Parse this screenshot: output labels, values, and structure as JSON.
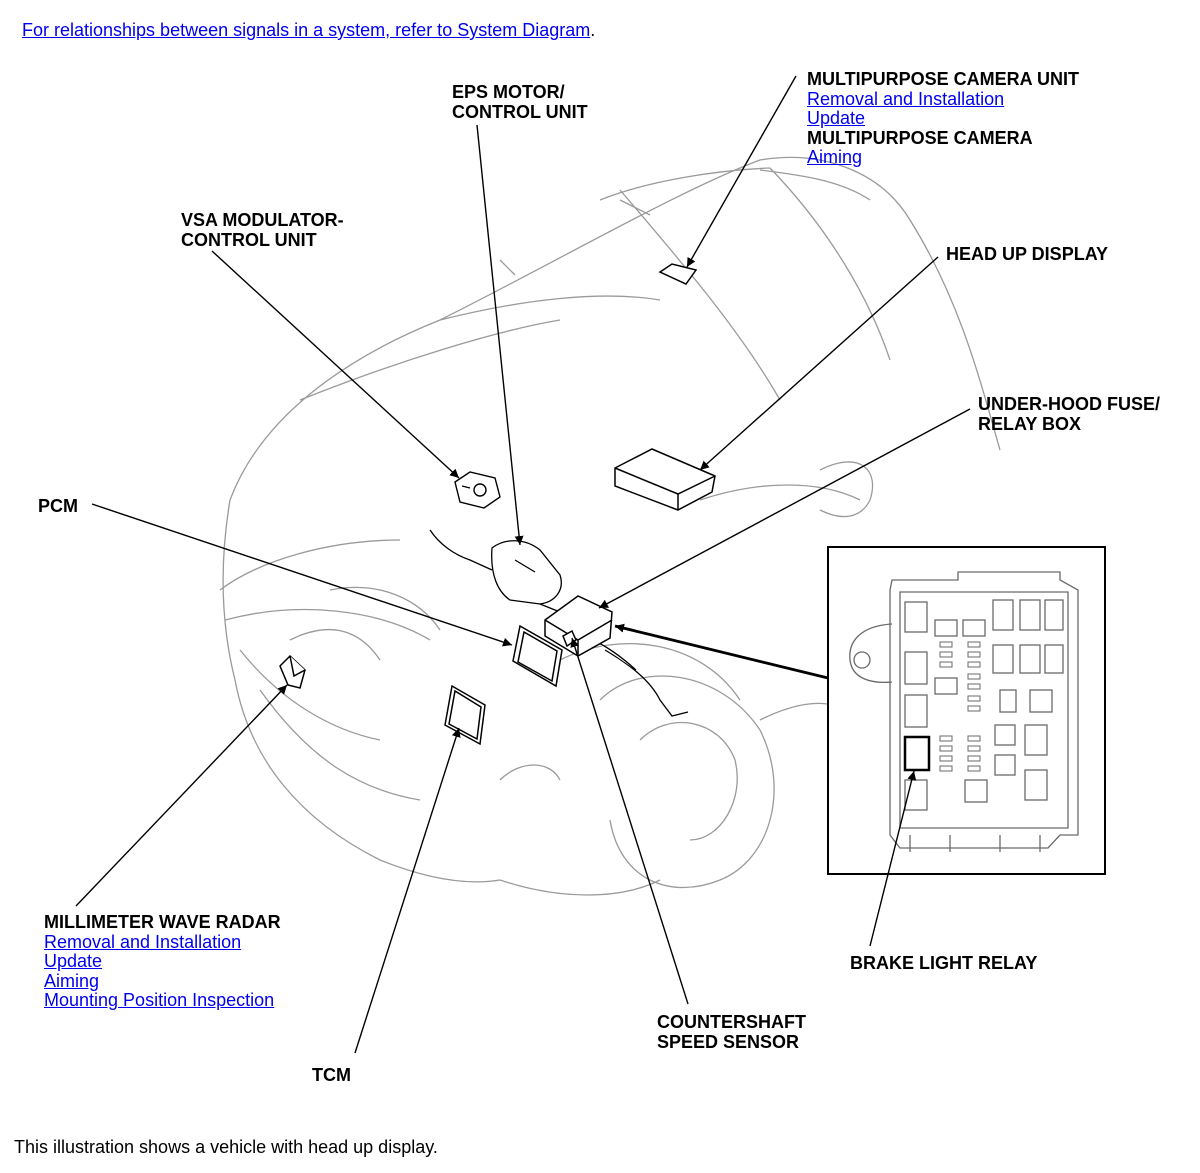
{
  "intro": {
    "prefix": "For relationships between signals in a system, refer to System Diagram",
    "suffix": "."
  },
  "labels": {
    "eps": "EPS MOTOR/\nCONTROL UNIT",
    "vsa": "VSA MODULATOR-\nCONTROL UNIT",
    "camera_unit": "MULTIPURPOSE CAMERA UNIT",
    "camera": "MULTIPURPOSE CAMERA",
    "hud": "HEAD UP DISPLAY",
    "fuse_box": "UNDER-HOOD FUSE/\nRELAY BOX",
    "pcm": "PCM",
    "radar": "MILLIMETER WAVE RADAR",
    "brake_relay": "BRAKE LIGHT RELAY",
    "countershaft": "COUNTERSHAFT\nSPEED SENSOR",
    "tcm": "TCM"
  },
  "links": {
    "camera_unit": [
      "Removal and Installation",
      "Update"
    ],
    "camera": [
      "Aiming"
    ],
    "radar": [
      "Removal and Installation",
      "Update",
      "Aiming",
      "Mounting Position Inspection"
    ]
  },
  "footer": "This illustration shows a vehicle with head up display."
}
